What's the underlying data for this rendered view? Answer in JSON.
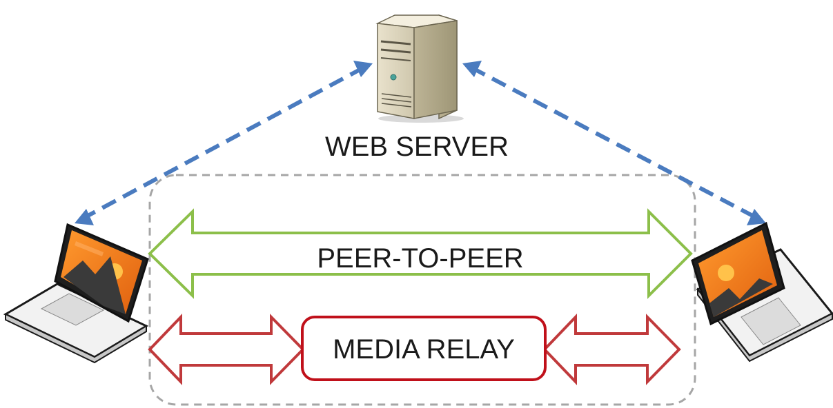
{
  "labels": {
    "server": "WEB SERVER",
    "p2p": "PEER-TO-PEER",
    "relay": "MEDIA RELAY"
  },
  "colors": {
    "signaling": "#4a7bbf",
    "p2p": "#8cbf4a",
    "relay": "#c0393b",
    "relay_box": "#c0101a",
    "group_border": "#a6a6a6",
    "screen_orange": "#f07a1e",
    "screen_dark": "#2b2b2b"
  },
  "icons": {
    "server": "server-tower-icon",
    "laptop_left": "laptop-icon",
    "laptop_right": "laptop-icon"
  }
}
